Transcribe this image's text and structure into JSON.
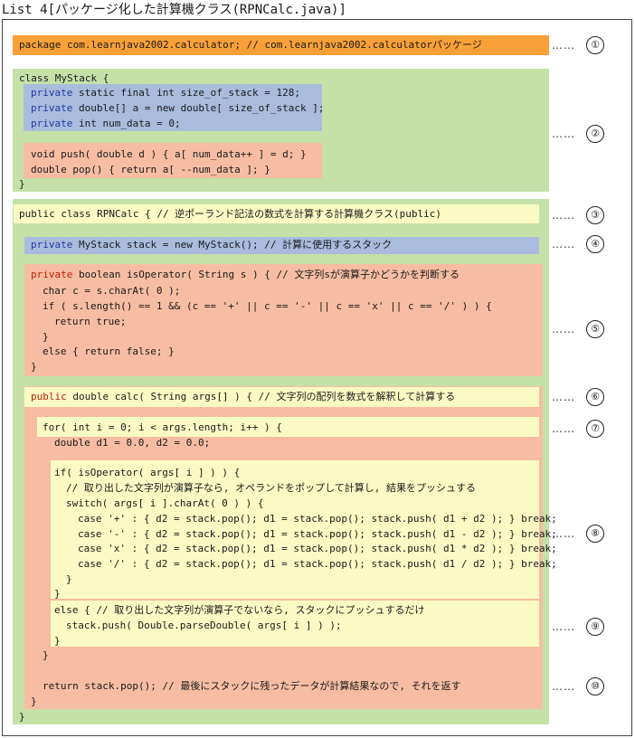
{
  "title": "List 4[パッケージ化した計算機クラス(RPNCalc.java)]",
  "colors": {
    "orange": "#f9a038",
    "green": "#c6e1a8",
    "blue": "#a9bcdd",
    "salmon": "#f6bda2",
    "yellow": "#fbfac4",
    "keyword": "#1e3a9e",
    "keyword_red": "#c21a0e"
  },
  "lines": {
    "l1": "package com.learnjava2002.calculator; // com.learnjava2002.calculatorパッケージ",
    "l2": "class MyStack {",
    "l3a": "private",
    "l3b": " static final int size_of_stack = 128;",
    "l4a": "private",
    "l4b": " double[] a = new double[ size_of_stack ];",
    "l5a": "private",
    "l5b": " int num_data = 0;",
    "l6": "void push( double d ) { a[ num_data++ ] = d; }",
    "l7": "double pop() { return a[ --num_data ]; }",
    "l8": "}",
    "l9": "public class RPNCalc { // 逆ポーランド記法の数式を計算する計算機クラス(public)",
    "l10a": "private",
    "l10b": " MyStack stack = new MyStack(); // 計算に使用するスタック",
    "l11a": "private",
    "l11b": " boolean isOperator( String s ) { // 文字列sが演算子かどうかを判断する",
    "l12": "char c = s.charAt( 0 );",
    "l13": "if ( s.length() == 1 && (c == '+' || c == '-' || c == 'x' || c == '/' ) ) {",
    "l14": "return true;",
    "l15": "}",
    "l16": "else { return false; }",
    "l17": "}",
    "l18a": "public",
    "l18b": " double calc( String args[] ) { // 文字列の配列を数式を解釈して計算する",
    "l19": "for( int i = 0; i < args.length; i++ ) {",
    "l20": "double d1 = 0.0, d2 = 0.0;",
    "l21": "if( isOperator( args[ i ] ) ) {",
    "l22": "// 取り出した文字列が演算子なら, オペランドをポップして計算し, 結果をプッシュする",
    "l23": "switch( args[ i ].charAt( 0 ) ) {",
    "l24": "case '+' : { d2 = stack.pop(); d1 = stack.pop(); stack.push( d1 + d2 ); } break;",
    "l25": "case '-' : { d2 = stack.pop(); d1 = stack.pop(); stack.push( d1 - d2 ); } break;",
    "l26": "case 'x' : { d2 = stack.pop(); d1 = stack.pop(); stack.push( d1 * d2 ); } break;",
    "l27": "case '/' : { d2 = stack.pop(); d1 = stack.pop(); stack.push( d1 / d2 ); } break;",
    "l28": "}",
    "l29": "}",
    "l30": "else { // 取り出した文字列が演算子でないなら, スタックにプッシュするだけ",
    "l31": "stack.push( Double.parseDouble( args[ i ] ) );",
    "l32": "}",
    "l33": "}",
    "l34": "return stack.pop(); // 最後にスタックに残ったデータが計算結果なので, それを返す",
    "l35": "}",
    "l36": "}"
  },
  "markers": [
    {
      "dots": "……",
      "num": "①"
    },
    {
      "dots": "……",
      "num": "②"
    },
    {
      "dots": "……",
      "num": "③"
    },
    {
      "dots": "……",
      "num": "④"
    },
    {
      "dots": "……",
      "num": "⑤"
    },
    {
      "dots": "……",
      "num": "⑥"
    },
    {
      "dots": "……",
      "num": "⑦"
    },
    {
      "dots": "……",
      "num": "⑧"
    },
    {
      "dots": "……",
      "num": "⑨"
    },
    {
      "dots": "……",
      "num": "⑩"
    }
  ]
}
